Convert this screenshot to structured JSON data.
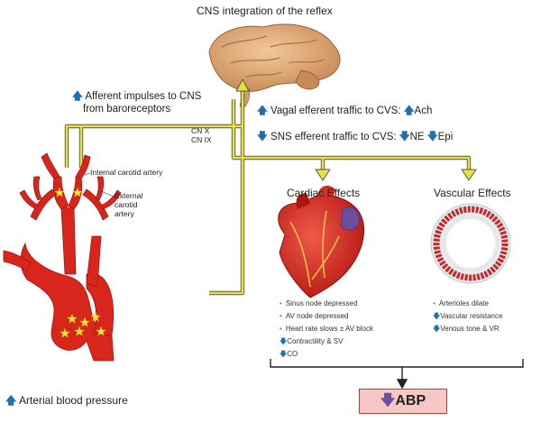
{
  "title": "CNS integration of the reflex",
  "afferent": {
    "line1": "Afferent impulses to CNS",
    "line2": "from baroreceptors",
    "arrow": "up-arrow"
  },
  "cranial_nerves": {
    "cn10": "CN X",
    "cn9": "CN IX"
  },
  "efferent": {
    "vagal": {
      "arrow": "up-arrow",
      "text": "Vagal efferent traffic to CVS:",
      "ach_arrow": "up-arrow",
      "ach": "Ach"
    },
    "sns": {
      "arrow": "down-arrow",
      "text": "SNS efferent traffic to CVS:",
      "ne_arrow": "down-arrow",
      "ne": "NE",
      "epi_arrow": "down-arrow",
      "epi": "Epi"
    }
  },
  "arteries": {
    "internal": "Internal carotid artery",
    "external_1": "External",
    "external_2": "carotid",
    "external_3": "artery"
  },
  "cardiac": {
    "title": "Cardiac Effects",
    "items": [
      {
        "marker": "dot",
        "text": "Sinus node depressed"
      },
      {
        "marker": "dot",
        "text": "AV node depressed"
      },
      {
        "marker": "dot",
        "text": "Heart rate slows ± AV block"
      },
      {
        "marker": "down-arrow",
        "text": "Contractility & SV"
      },
      {
        "marker": "down-arrow",
        "text": "CO"
      }
    ]
  },
  "vascular": {
    "title": "Vascular Effects",
    "items": [
      {
        "marker": "dot",
        "text": "Arterioles dilate"
      },
      {
        "marker": "down-arrow",
        "text": "Vascular resistance"
      },
      {
        "marker": "down-arrow",
        "text": "Venous tone & VR"
      }
    ]
  },
  "arterial_bp": {
    "arrow": "up-arrow",
    "text": "Arterial blood pressure"
  },
  "result": {
    "arrow": "down-arrow",
    "text": "ABP"
  },
  "colors": {
    "pathway_yellow": "#e8e23a",
    "pathway_outline": "#555555",
    "artery_red": "#d9261c",
    "arrow_blue": "#1f6fb2",
    "abp_fill": "#f6c7c4",
    "abp_border": "#b33a37",
    "brain": "#d9a06a"
  }
}
